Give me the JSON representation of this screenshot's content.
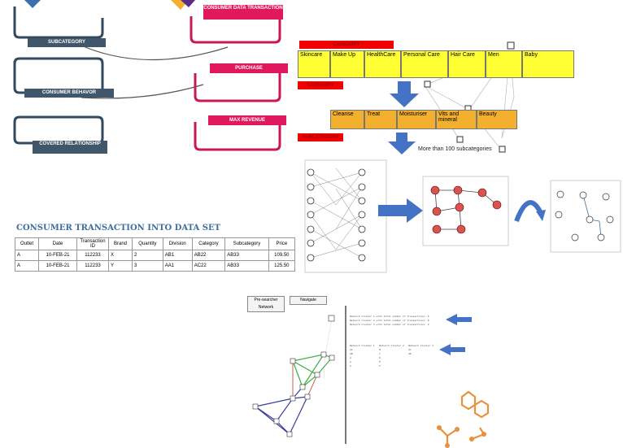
{
  "flow": {
    "left_labels": [
      "SUBCATEGORY",
      "CONSUMER BEHAVOR",
      "COVERED RELATIONSHIP"
    ],
    "right_labels": [
      "CONSUMER DATA TRANSACTION",
      "PURCHASE",
      "MAX REVENUE"
    ]
  },
  "hierarchy": {
    "category_tag": "CATEGORY",
    "categories": [
      "Skincare",
      "Make Up",
      "HealthCare",
      "Personal Care",
      "Hair Care",
      "Men",
      "Baby"
    ],
    "sub_tag": "CATEGORY",
    "subcategories": [
      "Cleanse",
      "Treat",
      "Moisturiser",
      "Vits and mineral",
      "Beauty"
    ],
    "subcat_tag": "SUBCATEGORY",
    "note": "More than 100 subcategories"
  },
  "dataset": {
    "title": "CONSUMER TRANSACTION INTO DATA SET",
    "headers": [
      "Outlet",
      "Date",
      "Transaction ID",
      "Brand",
      "Quantity",
      "Division",
      "Category",
      "Subcategory",
      "Price"
    ],
    "rows": [
      [
        "A",
        "10-FEB-21",
        "112233",
        "X",
        "2",
        "AB1",
        "AB22",
        "AB33",
        "109.50"
      ],
      [
        "A",
        "10-FEB-21",
        "112233",
        "Y",
        "3",
        "AA1",
        "AC22",
        "AB33",
        "125.50"
      ]
    ]
  },
  "network": {
    "buttons": [
      "Pre-searcher Network",
      "Navigate"
    ]
  },
  "colors": {
    "dark_label": "#3f566b",
    "red_label": "#e2185e",
    "category_fill": "#ffff33",
    "subcategory_fill": "#f2b02e",
    "arrow_blue": "#4472c4",
    "node_red": "#d9534f",
    "molecule_orange": "#e8913a"
  }
}
